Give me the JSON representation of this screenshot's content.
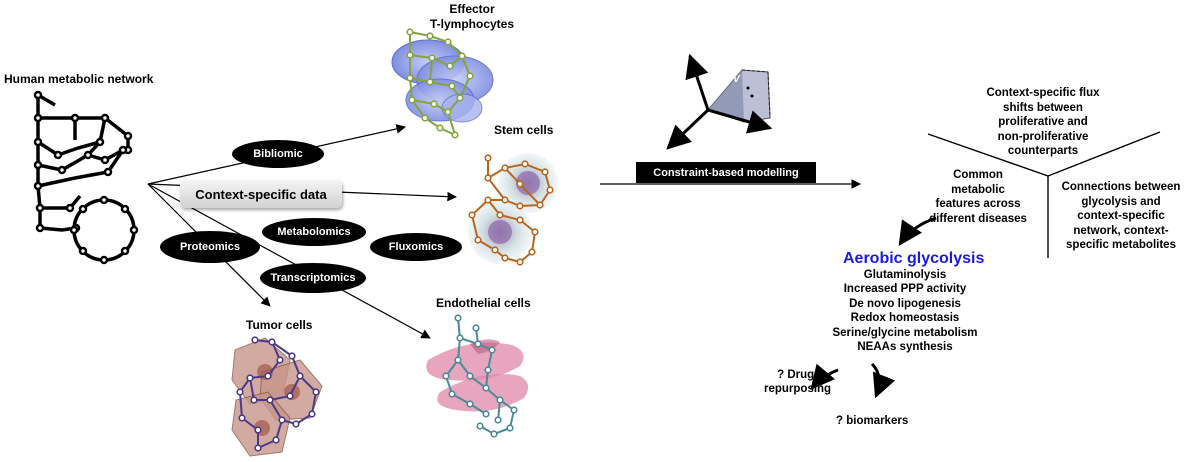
{
  "network_title": "Human metabolic network",
  "cells": {
    "effector": [
      "Effector",
      "T-lymphocytes"
    ],
    "stem": "Stem cells",
    "tumor": "Tumor cells",
    "endothelial": "Endothelial cells"
  },
  "data_types": {
    "context": "Context-specific data",
    "bibliomic": "Bibliomic",
    "metabolomics": "Metabolomics",
    "fluxomics": "Fluxomics",
    "proteomics": "Proteomics",
    "transcriptomics": "Transcriptomics"
  },
  "modelling": "Constraint-based modelling",
  "flux_space_label": "V",
  "outcomes": {
    "flux_shifts": [
      "Context-specific flux",
      "shifts between",
      "proliferative and",
      "non-proliferative",
      "counterparts"
    ],
    "common_features": [
      "Common",
      "metabolic",
      "features across",
      "different diseases"
    ],
    "connections": [
      "Connections between",
      "glycolysis and",
      "context-specific",
      "network, context-",
      "specific metabolites"
    ]
  },
  "aerobic_glycolysis": "Aerobic glycolysis",
  "metabolic_features": [
    "Glutaminolysis",
    "Increased PPP activity",
    "De novo lipogenesis",
    "Redox homeostasis",
    "Serine/glycine metabolism",
    "NEAAs synthesis"
  ],
  "drug_repurposing": [
    "? Drug-",
    "repurposing"
  ],
  "biomarkers": "? biomarkers",
  "colors": {
    "tcell_network": "#86a33c",
    "tcell_cells": "#7f8fe0",
    "stem_network": "#b8661f",
    "stem_cells": "#b0c8cc",
    "tumor_network": "#4a3a8a",
    "tumor_cells": "#b07a6a",
    "endo_network": "#4a8a9a",
    "endo_cells": "#e088a8",
    "aerobic": "#1a1ae6"
  }
}
